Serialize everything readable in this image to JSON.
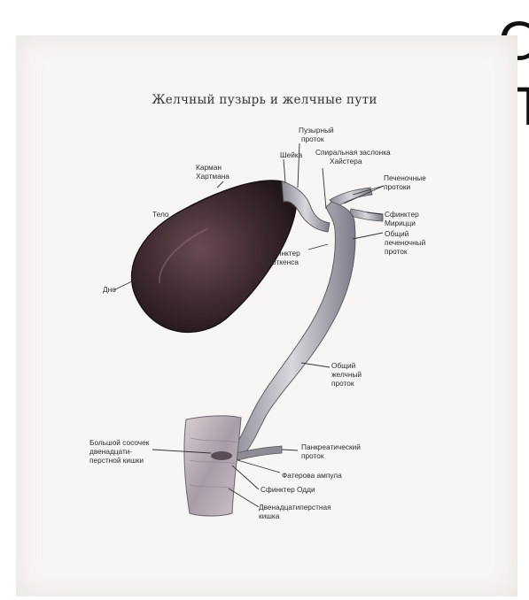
{
  "page": {
    "big_letter_top": "С",
    "big_letter_bottom": "П"
  },
  "diagram": {
    "title": "Желчный пузырь и желчные пути",
    "labels": {
      "neck": "Шейка",
      "cystic_duct_1": "Пузырный",
      "cystic_duct_2": "проток",
      "heister_1": "Спиральная заслонка",
      "heister_2": "Хайстера",
      "hartmann_1": "Карман",
      "hartmann_2": "Хартмана",
      "hepatic_ducts_1": "Печеночные",
      "hepatic_ducts_2": "протоки",
      "body": "Тело",
      "mirizzi_1": "Сфинктер",
      "mirizzi_2": "Мирицци",
      "common_hepatic_1": "Общий",
      "common_hepatic_2": "печеночный",
      "common_hepatic_3": "проток",
      "lutkens_1": "Сфинктер",
      "lutkens_2": "Люткенса",
      "fundus": "Дно",
      "common_bile_1": "Общий",
      "common_bile_2": "желчный",
      "common_bile_3": "проток",
      "papilla_1": "Большой сосочек",
      "papilla_2": "двенадцати-",
      "papilla_3": "перстной кишки",
      "pancreatic_1": "Панкреатический",
      "pancreatic_2": "проток",
      "ampulla": "Фатерова ампула",
      "oddi": "Сфинктер Одди",
      "duodenum_1": "Двенадцатиперстная",
      "duodenum_2": "кишка"
    }
  }
}
